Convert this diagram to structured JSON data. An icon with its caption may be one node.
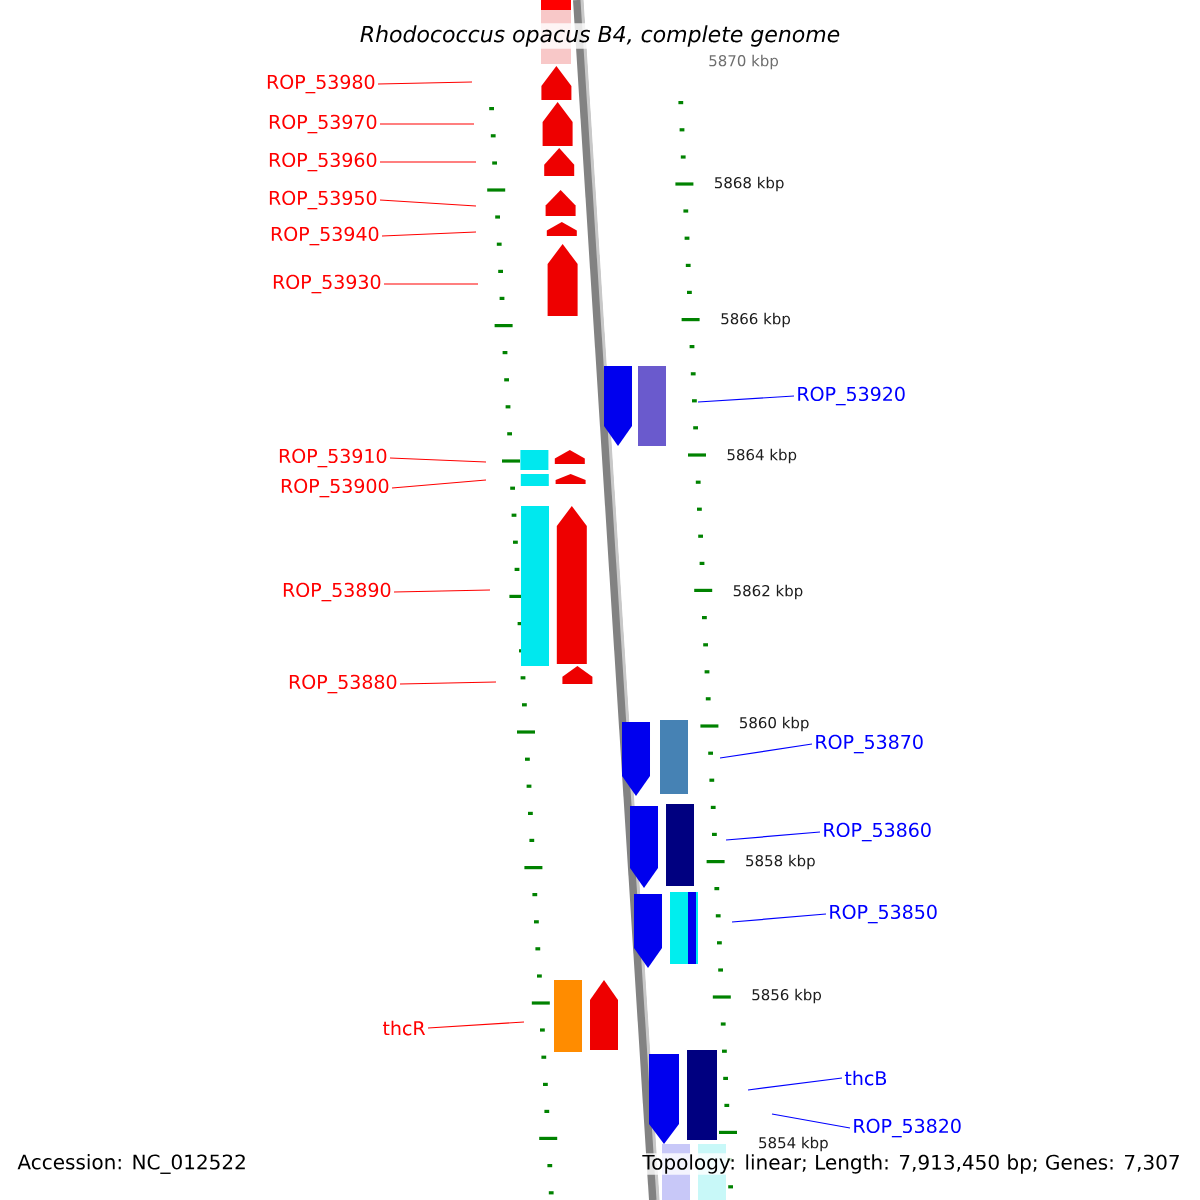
{
  "diagram": {
    "title": "Rhodococcus opacus B4, complete genome",
    "nodes": [
      {
        "text": [
          "ROP_53980"
        ]
      },
      {
        "text": [
          "ROP_53970"
        ]
      },
      {
        "text": [
          "ROP_53960"
        ]
      },
      {
        "text": [
          "ROP_53950"
        ]
      },
      {
        "text": [
          "ROP_53940"
        ]
      },
      {
        "text": [
          "ROP_53930"
        ]
      },
      {
        "text": [
          "ROP_53920"
        ]
      },
      {
        "text": [
          "ROP_53910"
        ]
      },
      {
        "text": [
          "ROP_53900"
        ]
      },
      {
        "text": [
          "ROP_53890"
        ]
      },
      {
        "text": [
          "ROP_53880"
        ]
      },
      {
        "text": [
          "ROP_53870"
        ]
      },
      {
        "text": [
          "ROP_53860"
        ]
      },
      {
        "text": [
          "ROP_53850"
        ]
      },
      {
        "text": [
          "thcR"
        ]
      },
      {
        "text": [
          "thcB"
        ]
      },
      {
        "text": [
          "ROP_53820"
        ]
      }
    ],
    "edges": [
      {
        "from": 0,
        "to": null,
        "arrow": "none"
      },
      {
        "from": 1,
        "to": null,
        "arrow": "none"
      },
      {
        "from": 2,
        "to": null,
        "arrow": "none"
      },
      {
        "from": 3,
        "to": null,
        "arrow": "none"
      },
      {
        "from": 4,
        "to": null,
        "arrow": "none"
      },
      {
        "from": 5,
        "to": null,
        "arrow": "none"
      },
      {
        "from": 6,
        "to": null,
        "arrow": "none",
        "color": "#0000ff"
      },
      {
        "from": 7,
        "to": null,
        "arrow": "none"
      },
      {
        "from": 8,
        "to": null,
        "arrow": "none"
      },
      {
        "from": 9,
        "to": null,
        "arrow": "none"
      },
      {
        "from": 10,
        "to": null,
        "arrow": "none"
      },
      {
        "from": 11,
        "to": null,
        "arrow": "none",
        "color": "#0000ff"
      },
      {
        "from": 12,
        "to": null,
        "arrow": "none",
        "color": "#0000ff"
      },
      {
        "from": 13,
        "to": null,
        "arrow": "none",
        "color": "#0000ff"
      },
      {
        "from": 14,
        "to": null,
        "arrow": "none"
      },
      {
        "from": 15,
        "to": null,
        "arrow": "none",
        "color": "#0000ff"
      },
      {
        "from": 16,
        "to": null,
        "arrow": "none",
        "color": "#0000ff"
      }
    ],
    "labels": [
      "5870 kbp",
      "5868 kbp",
      "5866 kbp",
      "5864 kbp",
      "5862 kbp",
      "5860 kbp",
      "5858 kbp",
      "5856 kbp",
      "5854 kbp",
      "Accession: NC_012522",
      "Topology: linear; Length: 7,913,450 bp; Genes: 7,307"
    ]
  }
}
